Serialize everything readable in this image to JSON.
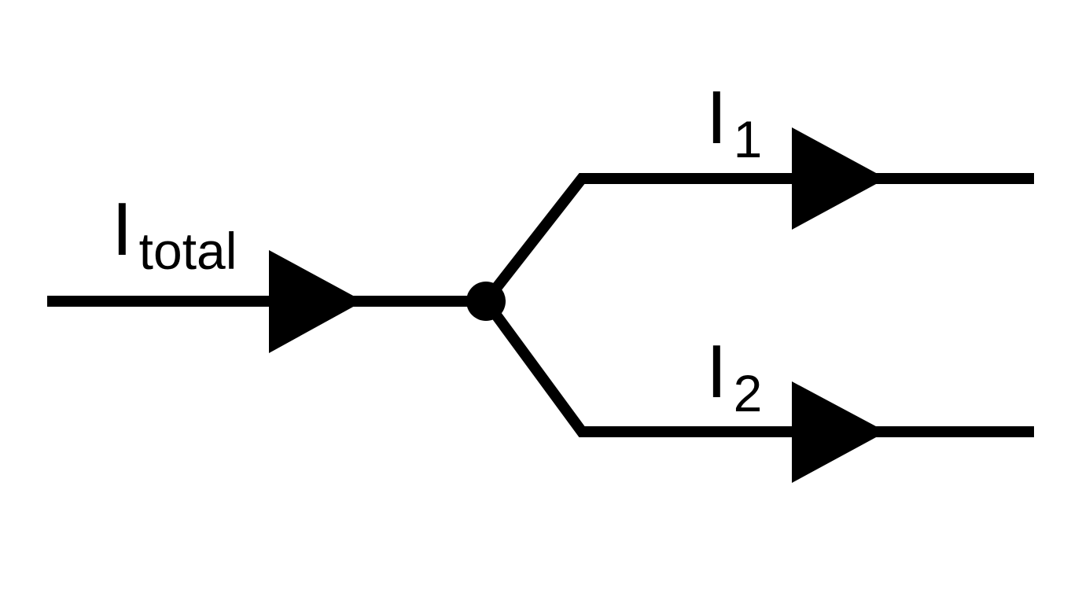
{
  "labels": {
    "total_current": {
      "symbol": "I",
      "subscript": "total"
    },
    "branch_1_current": {
      "symbol": "I",
      "subscript": "1"
    },
    "branch_2_current": {
      "symbol": "I",
      "subscript": "2"
    }
  },
  "colors": {
    "ink": "#000000",
    "background": "#ffffff"
  }
}
